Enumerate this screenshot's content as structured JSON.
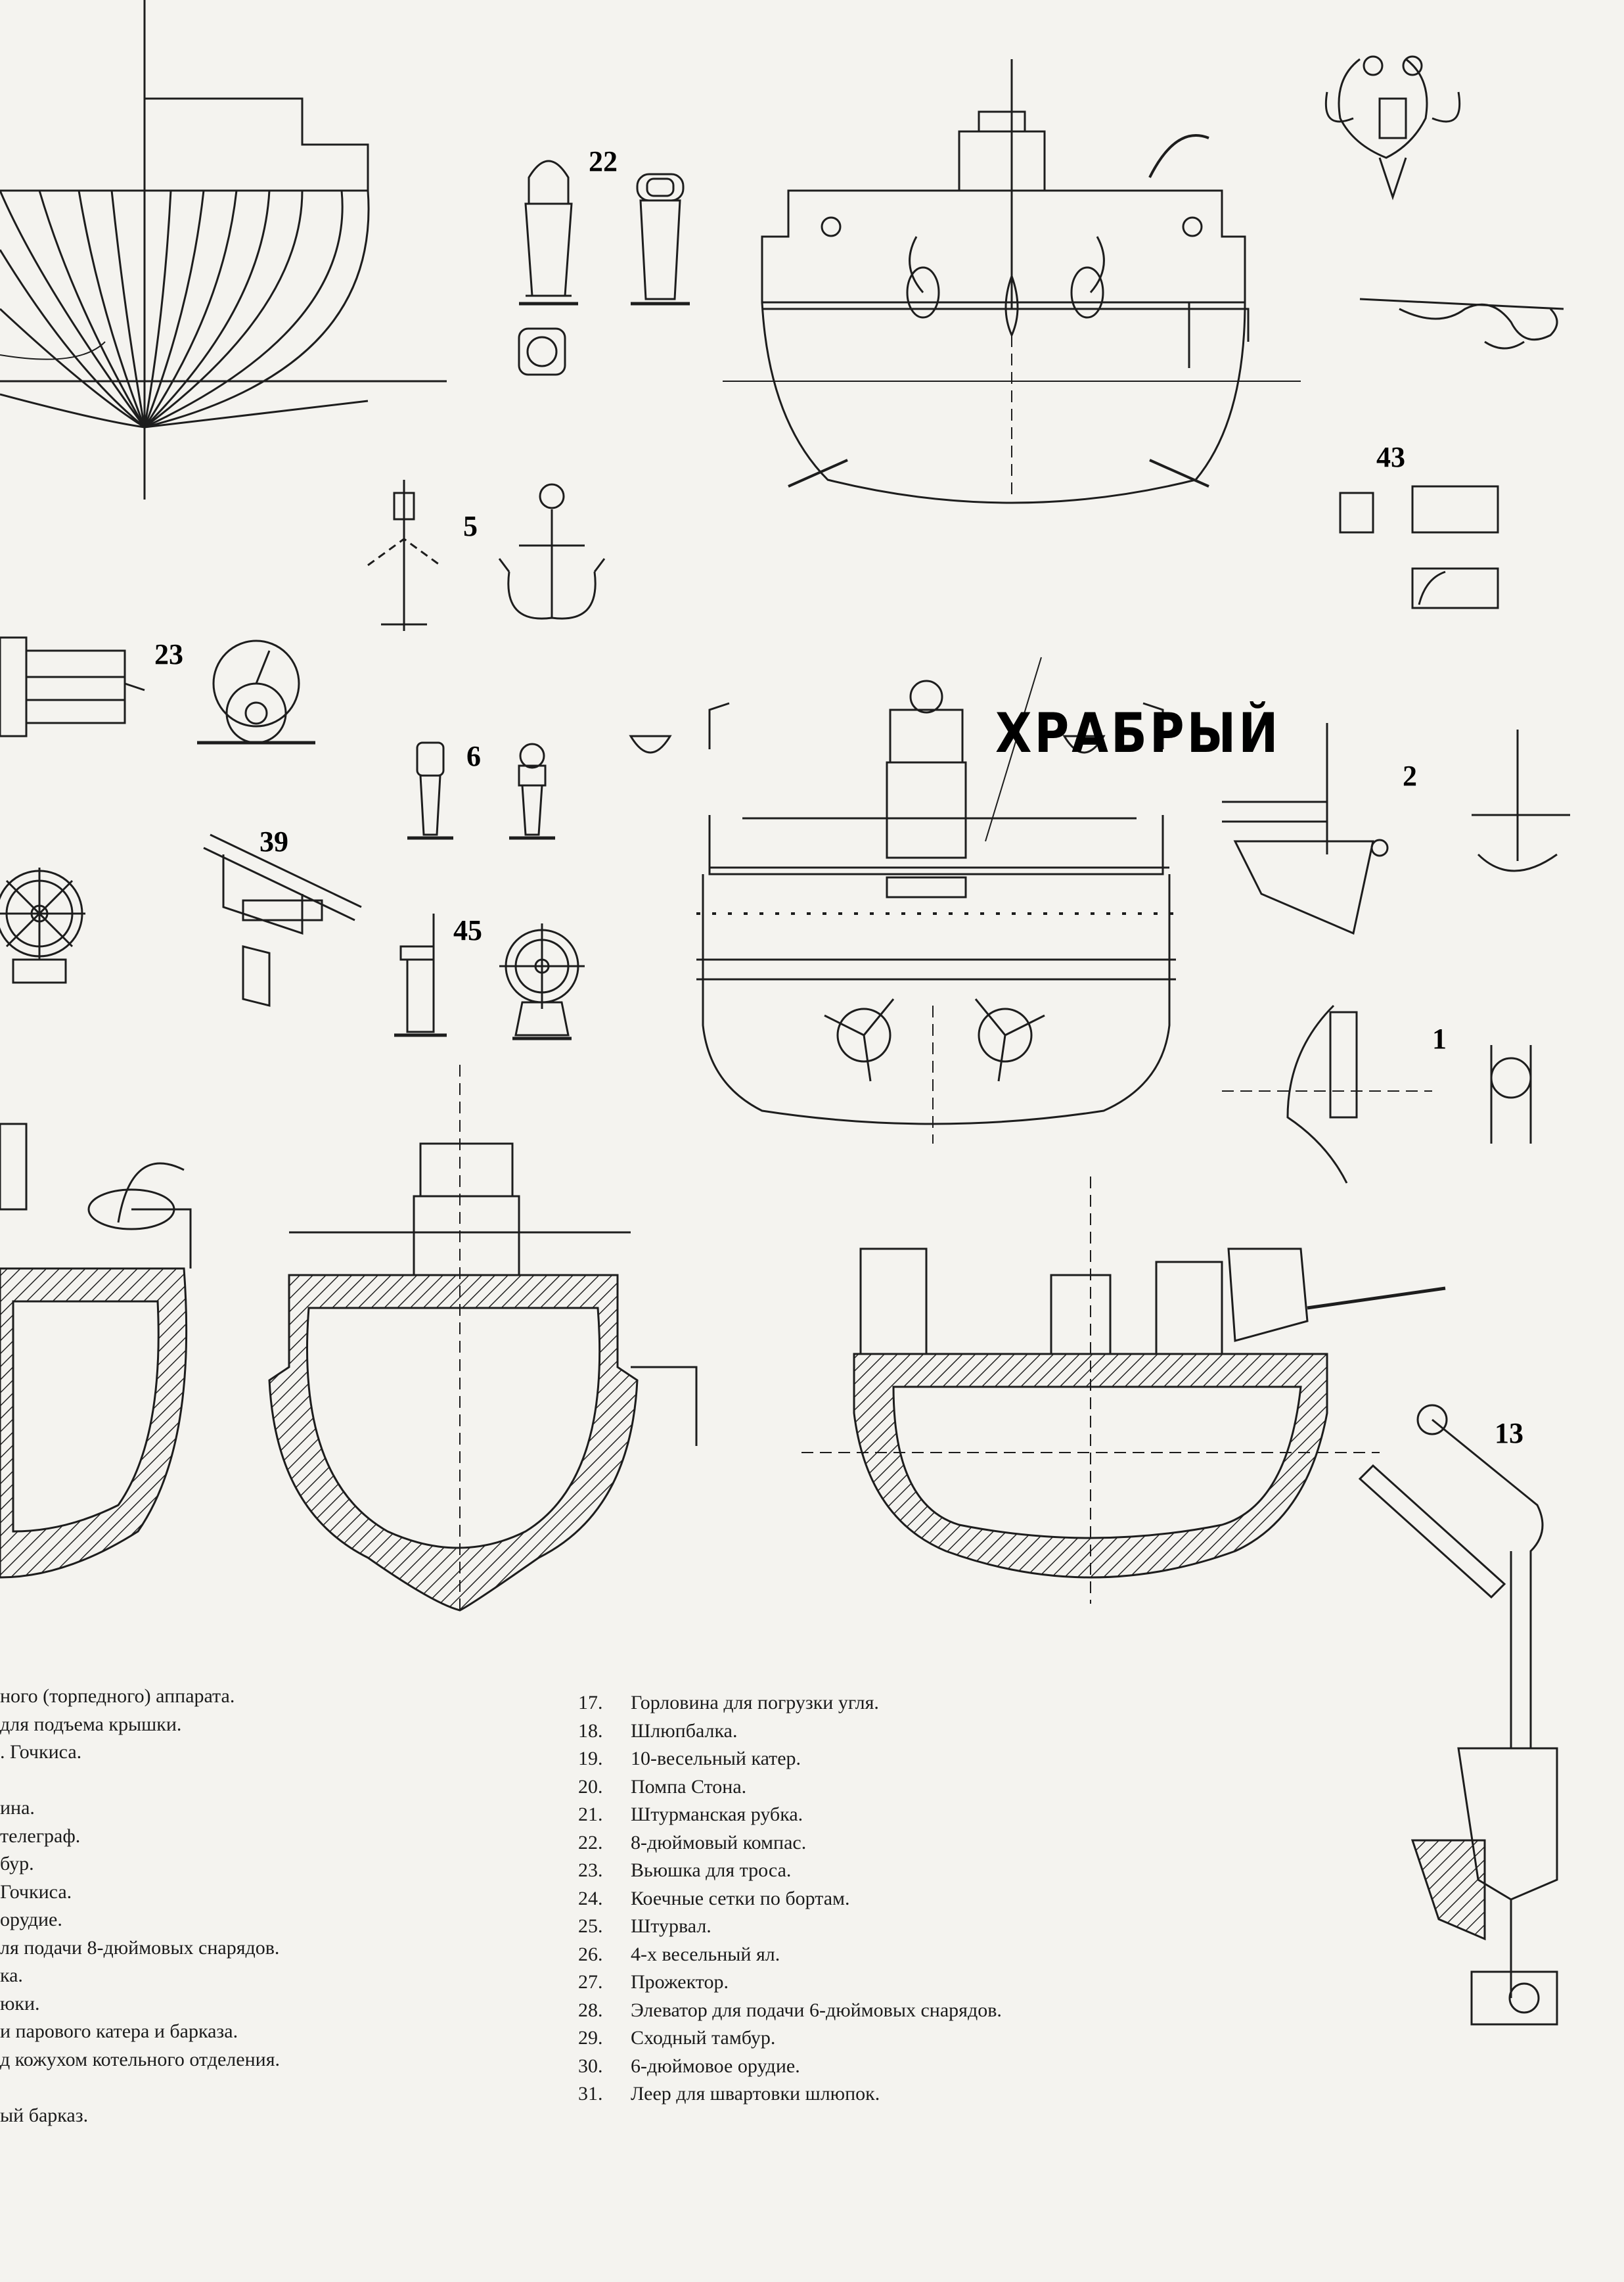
{
  "ship_name": "ХРАБРЫЙ",
  "callouts": {
    "c22": "22",
    "c5": "5",
    "c23": "23",
    "c6": "6",
    "c39": "39",
    "c45": "45",
    "c43": "43",
    "c2": "2",
    "c1": "1",
    "c13": "13"
  },
  "legend_left": [
    "ного (торпедного) аппарата.",
    "для подъема крышки.",
    ". Гочкиса.",
    "",
    "ина.",
    "телеграф.",
    "бур.",
    " Гочкиса.",
    "орудие.",
    "ля подачи 8-дюймовых снарядов.",
    "ка.",
    "юки.",
    "и парового катера и барказа.",
    "д кожухом котельного отделения.",
    "",
    "ый барказ."
  ],
  "legend_right": [
    {
      "num": "17.",
      "text": "Горловина для погрузки угля."
    },
    {
      "num": "18.",
      "text": "Шлюпбалка."
    },
    {
      "num": "19.",
      "text": "10-весельный катер."
    },
    {
      "num": "20.",
      "text": "Помпа Стона."
    },
    {
      "num": "21.",
      "text": "Штурманская рубка."
    },
    {
      "num": "22.",
      "text": "8-дюймовый компас."
    },
    {
      "num": "23.",
      "text": "Вьюшка для троса."
    },
    {
      "num": "24.",
      "text": "Коечные сетки по бортам."
    },
    {
      "num": "25.",
      "text": "Штурвал."
    },
    {
      "num": "26.",
      "text": "4-х весельный ял."
    },
    {
      "num": "27.",
      "text": "Прожектор."
    },
    {
      "num": "28.",
      "text": "Элеватор для подачи 6-дюймовых снарядов."
    },
    {
      "num": "29.",
      "text": "Сходный тамбур."
    },
    {
      "num": "30.",
      "text": "6-дюймовое орудие."
    },
    {
      "num": "31.",
      "text": "Леер для швартовки шлюпок."
    }
  ]
}
